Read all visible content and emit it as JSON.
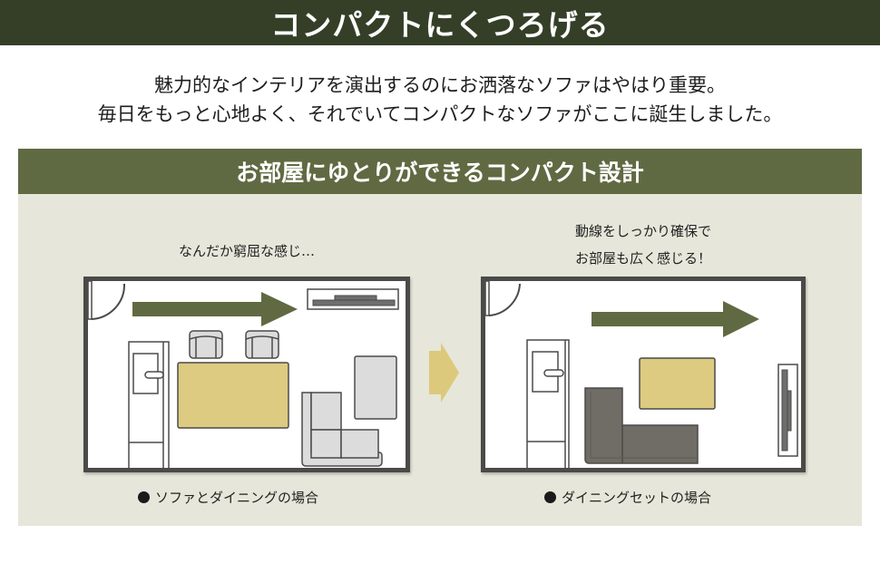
{
  "banner": {
    "title": "コンパクトにくつろげる",
    "bg_color": "#353f28"
  },
  "intro": {
    "line1": "魅力的なインテリアを演出するのにお洒落なソファはやはり重要。",
    "line2": "毎日をもっと心地よく、それでいてコンパクトなソファがここに誕生しました。"
  },
  "section": {
    "title": "お部屋にゆとりができるコンパクト設計",
    "header_color": "#606a42",
    "bg_color": "#e6e7da",
    "left": {
      "caption": "なんだか窮屈な感じ…",
      "label": "ソファとダイニングの場合",
      "furniture": [
        "door",
        "flow-arrow",
        "tv-board",
        "chair",
        "chair",
        "refrigerator",
        "dining-table",
        "corner-sofa",
        "rug"
      ]
    },
    "right": {
      "caption_line1": "動線をしっかり確保で",
      "caption_line2": "お部屋も広く感じる！",
      "label": "ダイニングセットの場合",
      "furniture": [
        "door",
        "flow-arrow",
        "refrigerator",
        "dining-table",
        "dining-sofa",
        "tv-board"
      ]
    },
    "colors": {
      "arrow": "#606a42",
      "table": "#dccb80",
      "sofa_dark": "#706c66",
      "sofa_light": "#dcdcdc",
      "wall": "#4a4a48",
      "transition_arrow": "#ddc97c"
    }
  }
}
